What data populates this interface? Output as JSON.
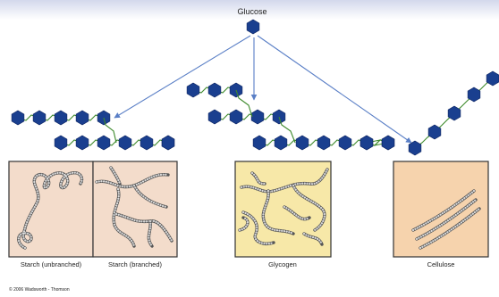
{
  "title": "Glucose",
  "panels": [
    {
      "id": "starch-unbranched",
      "label": "Starch (unbranched)"
    },
    {
      "id": "starch-branched",
      "label": "Starch (branched)"
    },
    {
      "id": "glycogen",
      "label": "Glycogen"
    },
    {
      "id": "cellulose",
      "label": "Cellulose"
    }
  ],
  "copyright": "© 2006 Wadsworth - Thomson",
  "colors": {
    "hexagon": "#1a3f8f",
    "linker": "#3e8a2c",
    "arrow": "#5a7fc6",
    "panel_starch": "#f3dccb",
    "panel_glycogen": "#f7e8a8",
    "panel_cellulose": "#f6d3ad",
    "bead": "#8a8a8a"
  },
  "icons": [
    "hexagon-glucose-icon",
    "arrow-icon"
  ]
}
